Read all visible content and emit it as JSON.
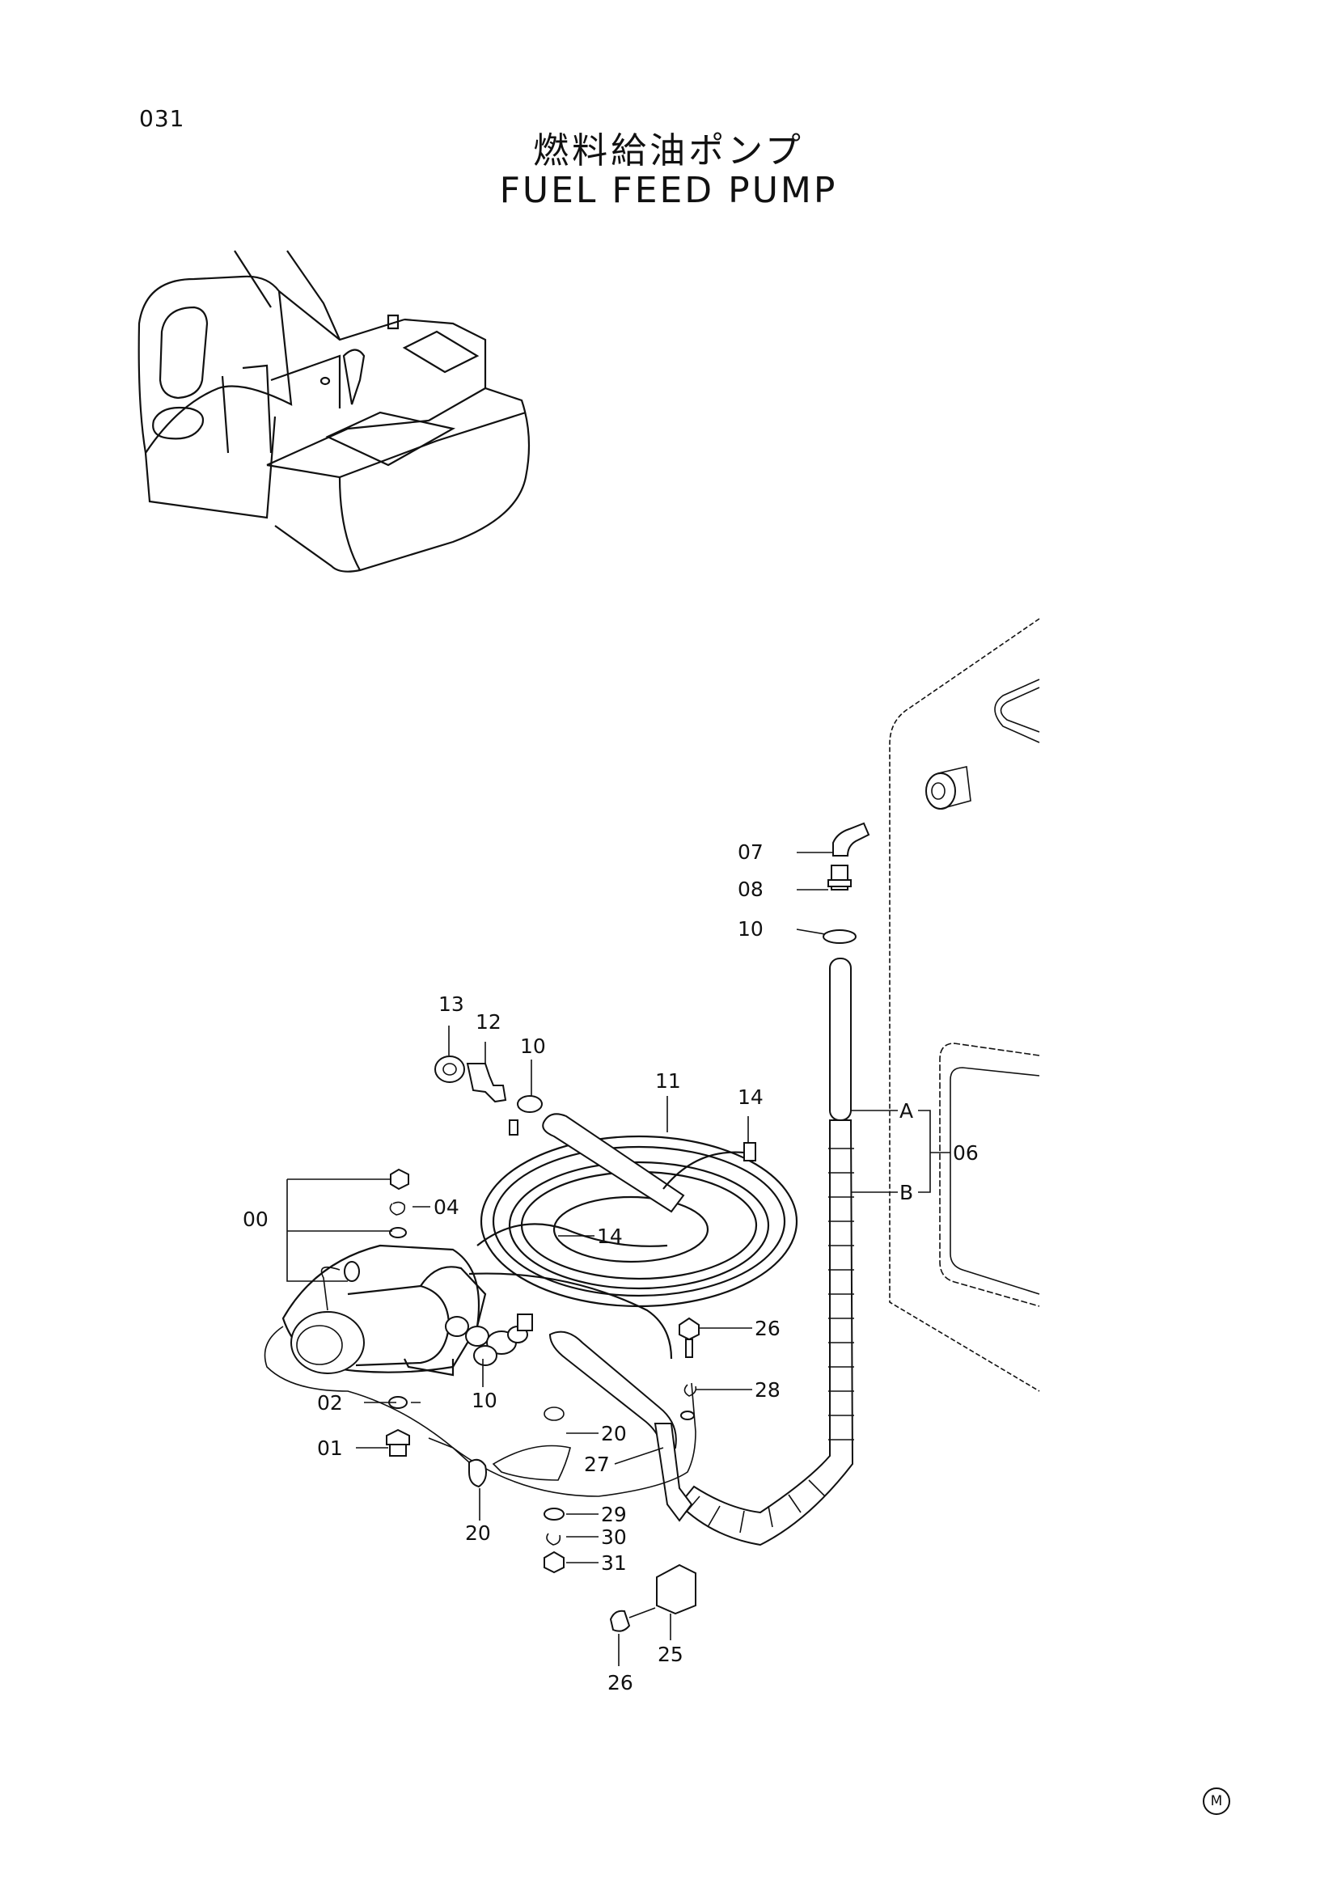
{
  "header": {
    "page_number": "031",
    "title_jp": "燃料給油ポンプ",
    "title_en": "FUEL FEED PUMP"
  },
  "callouts": [
    {
      "id": "c07",
      "label": "07"
    },
    {
      "id": "c08",
      "label": "08"
    },
    {
      "id": "c10a",
      "label": "10"
    },
    {
      "id": "c13",
      "label": "13"
    },
    {
      "id": "c12",
      "label": "12"
    },
    {
      "id": "c10b",
      "label": "10"
    },
    {
      "id": "c11",
      "label": "11"
    },
    {
      "id": "c14a",
      "label": "14"
    },
    {
      "id": "cA",
      "label": "A"
    },
    {
      "id": "cB",
      "label": "B"
    },
    {
      "id": "c06",
      "label": "06"
    },
    {
      "id": "c00",
      "label": "00"
    },
    {
      "id": "c04",
      "label": "04"
    },
    {
      "id": "c14b",
      "label": "14"
    },
    {
      "id": "c26a",
      "label": "26"
    },
    {
      "id": "c28",
      "label": "28"
    },
    {
      "id": "c10c",
      "label": "10"
    },
    {
      "id": "c02",
      "label": "02"
    },
    {
      "id": "c20a",
      "label": "20"
    },
    {
      "id": "c01",
      "label": "01"
    },
    {
      "id": "c27",
      "label": "27"
    },
    {
      "id": "c29",
      "label": "29"
    },
    {
      "id": "c20b",
      "label": "20"
    },
    {
      "id": "c30",
      "label": "30"
    },
    {
      "id": "c31",
      "label": "31"
    },
    {
      "id": "c25",
      "label": "25"
    },
    {
      "id": "c26b",
      "label": "26"
    }
  ],
  "footer": {
    "mark": "M"
  }
}
